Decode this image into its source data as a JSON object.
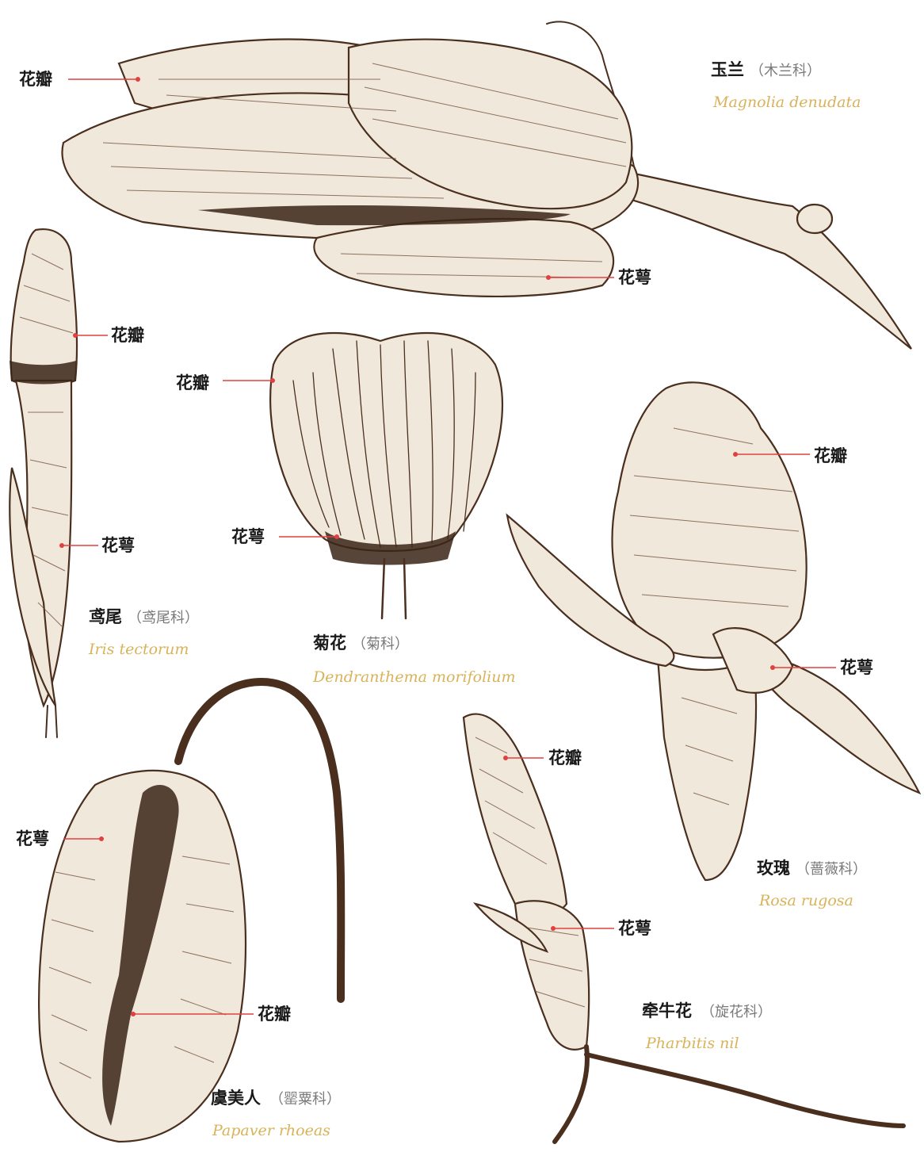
{
  "plants": [
    {
      "id": "magnolia",
      "name": "玉兰",
      "family": "（木兰科）",
      "latin": "Magnolia denudata"
    },
    {
      "id": "iris",
      "name": "鸢尾",
      "family": "（鸢尾科）",
      "latin": "Iris tectorum"
    },
    {
      "id": "chrysanthemum",
      "name": "菊花",
      "family": "（菊科）",
      "latin": "Dendranthema morifolium"
    },
    {
      "id": "rose",
      "name": "玫瑰",
      "family": "（蔷薇科）",
      "latin": "Rosa rugosa"
    },
    {
      "id": "poppy",
      "name": "虞美人",
      "family": "（罂粟科）",
      "latin": "Papaver rhoeas"
    },
    {
      "id": "morning-glory",
      "name": "牵牛花",
      "family": "（旋花科）",
      "latin": "Pharbitis nil"
    }
  ],
  "callouts": {
    "petal": "花瓣",
    "sepal": "花萼"
  },
  "colors": {
    "leader_line": "#e2403f",
    "ink": "#4a2f1e",
    "latin_text": "#d8b35a",
    "family_text": "#7a7a7a"
  }
}
